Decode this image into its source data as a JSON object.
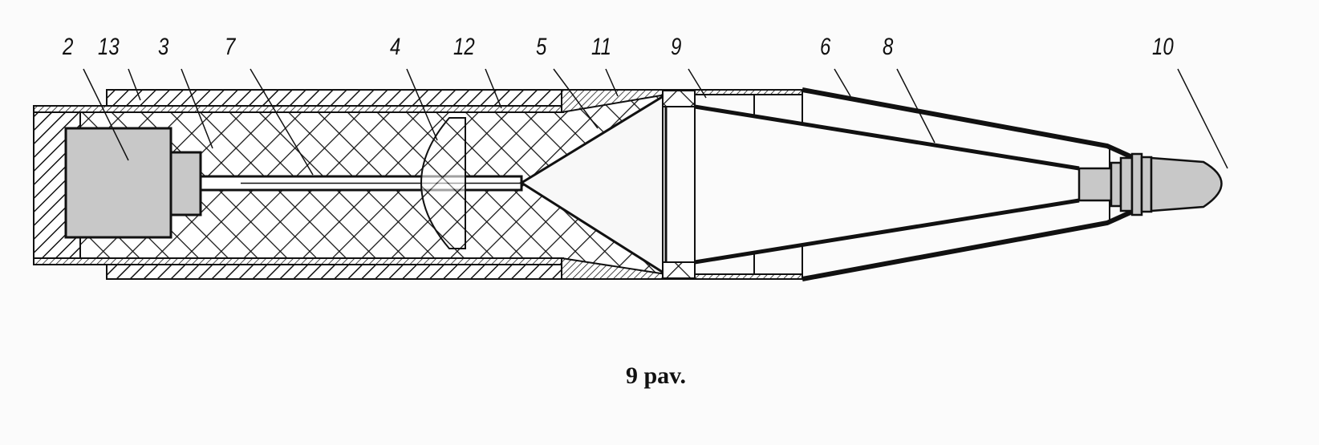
{
  "figure": {
    "caption": "9 pav.",
    "labels": [
      "2",
      "13",
      "3",
      "7",
      "4",
      "12",
      "5",
      "11",
      "9",
      "6",
      "8",
      "10"
    ]
  }
}
